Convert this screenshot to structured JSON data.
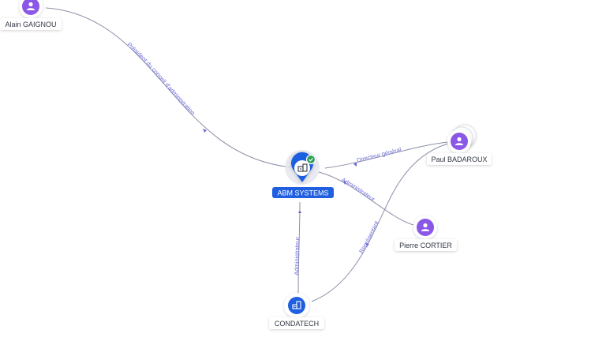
{
  "colors": {
    "person": "#8b57e6",
    "company": "#1f5fe0",
    "edge": "#8a8fa6",
    "edge_label": "#6d6ad8",
    "verified": "#2ea056"
  },
  "nodes": {
    "alain": {
      "label": "Alain GAIGNOU",
      "type": "person",
      "icon": "person-icon"
    },
    "abm": {
      "label": "ABM SYSTEMS",
      "type": "company-main",
      "icon": "building-icon",
      "badge": "verified-check-icon"
    },
    "paul": {
      "label": "Paul BADAROUX",
      "type": "person",
      "icon": "person-icon"
    },
    "pierre": {
      "label": "Pierre CORTIER",
      "type": "person",
      "icon": "person-icon"
    },
    "condatech": {
      "label": "CONDATECH",
      "type": "company",
      "icon": "building-icon"
    }
  },
  "edges": {
    "alain_abm": {
      "label": "Président du conseil d'administration"
    },
    "paul_abm": {
      "label": "Directeur général"
    },
    "pierre_abm": {
      "label": "Administrateur"
    },
    "condatech_abm": {
      "label": "Administrateur"
    },
    "paul_condatech": {
      "label": "Représentant"
    }
  }
}
